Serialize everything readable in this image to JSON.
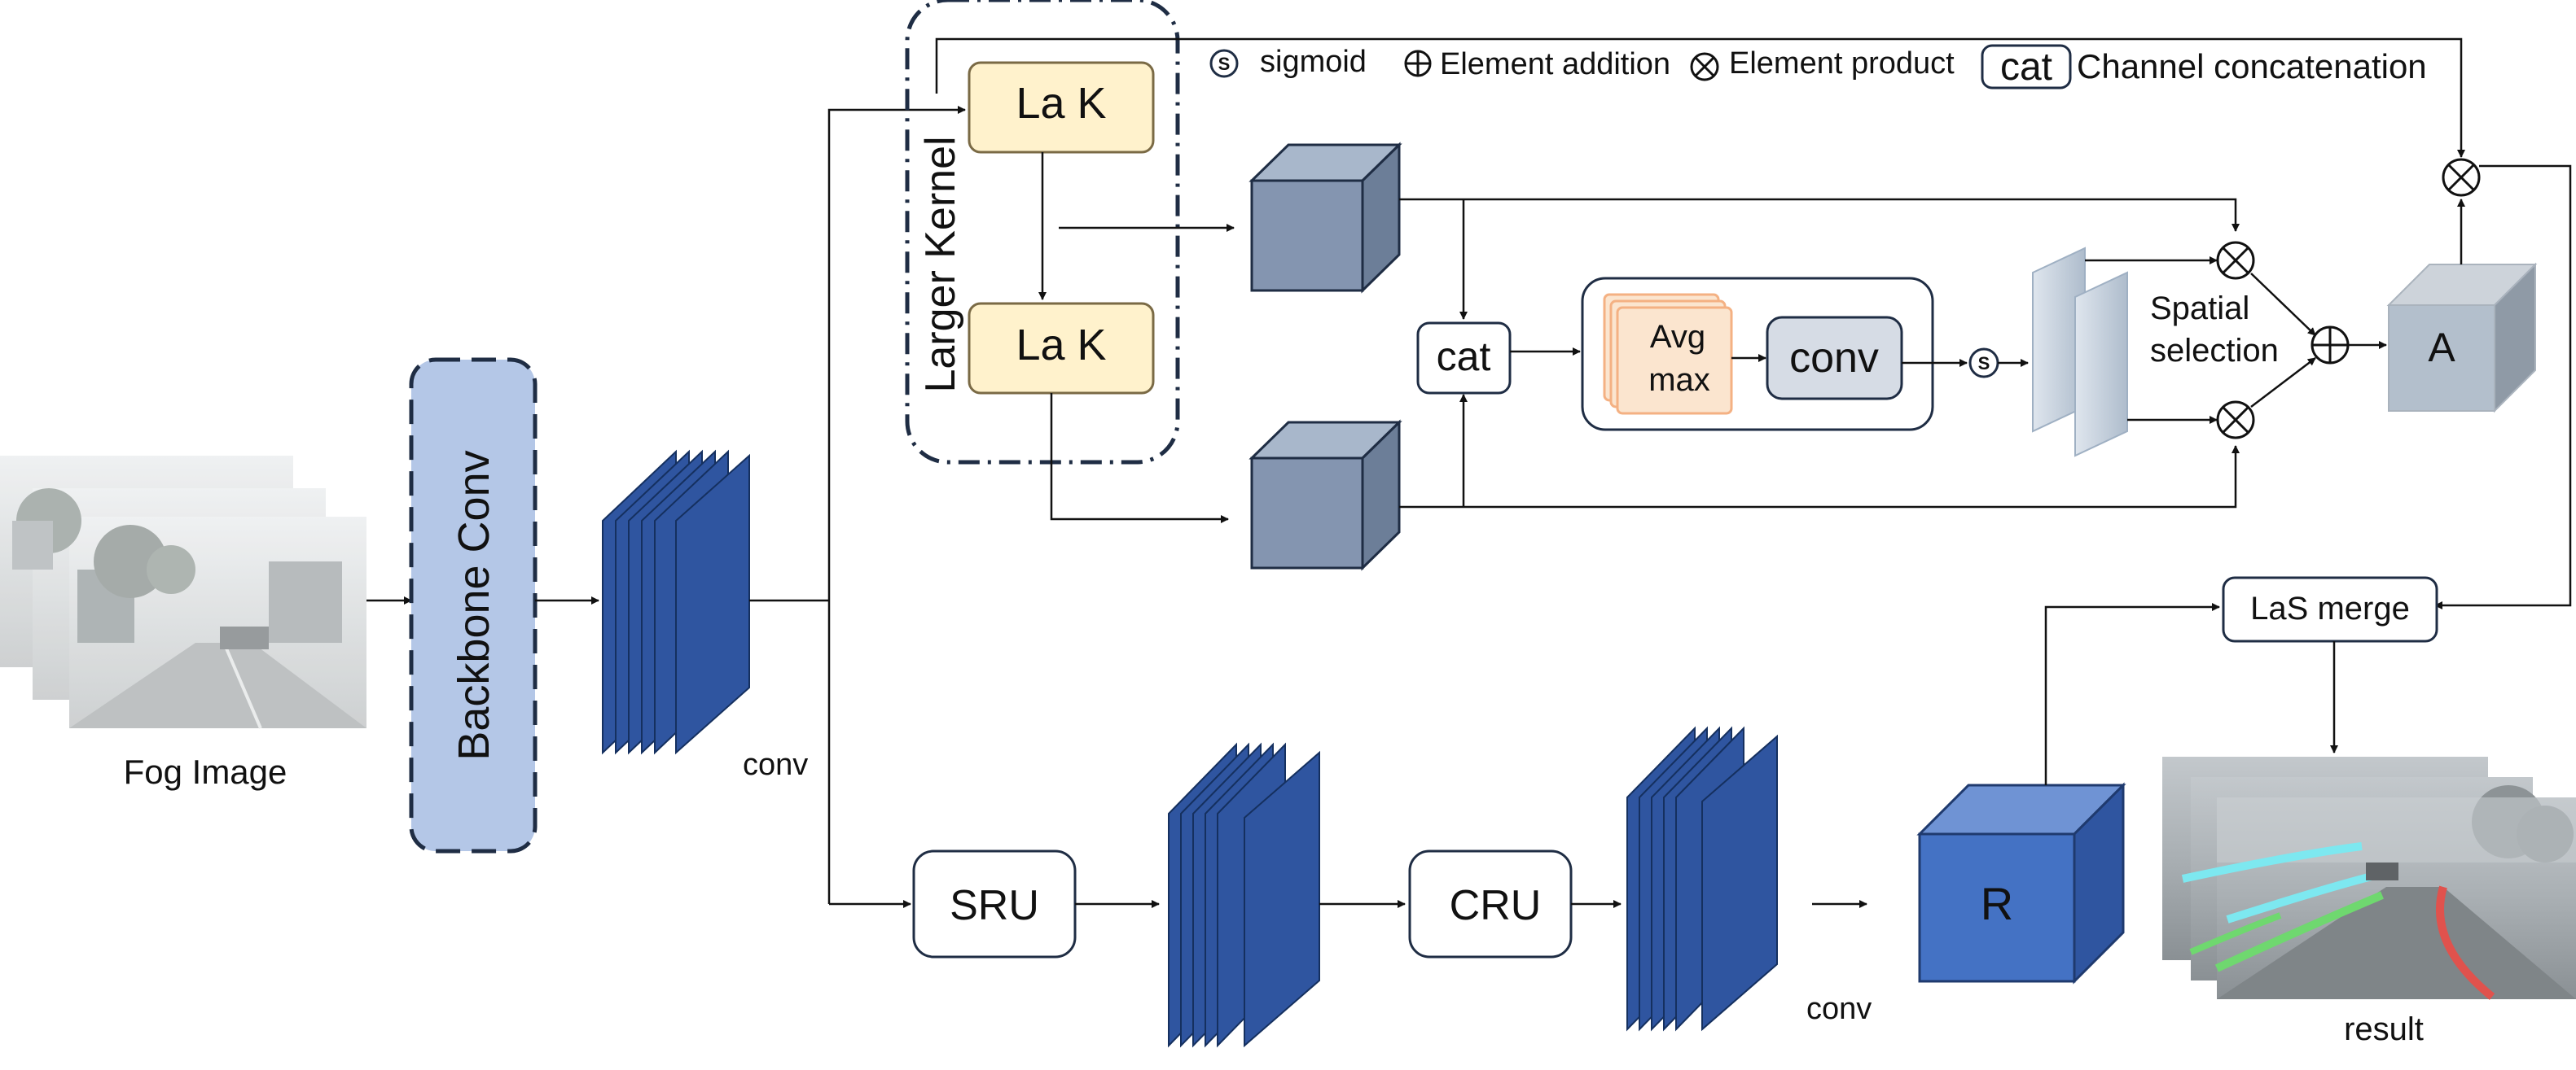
{
  "legend": {
    "sigmoid_symbol": "S",
    "sigmoid_label": "sigmoid",
    "addition_label": "Element addition",
    "product_label": "Element product",
    "cat_symbol": "cat",
    "cat_label": "Channel concatenation"
  },
  "input": {
    "label": "Fog Image"
  },
  "backbone": {
    "label": "Backbone   Conv"
  },
  "labels": {
    "conv_main": "conv",
    "conv_bottom": "conv",
    "result": "result"
  },
  "larger_kernel": {
    "title": "Larger Kernel",
    "top_block": "La K",
    "bottom_block": "La K"
  },
  "attention": {
    "cat": "cat",
    "pool_top": "Avg",
    "pool_bottom": "max",
    "conv": "conv",
    "sigmoid_symbol": "S",
    "spatial_line1": "Spatial",
    "spatial_line2": "selection",
    "a_block": "A"
  },
  "bottom_branch": {
    "sru": "SRU",
    "cru": "CRU",
    "r_block": "R"
  },
  "merge": {
    "label": "LaS merge"
  },
  "colors": {
    "feature_map_blue": "#2f55a0",
    "cube_slate": "#8495b0",
    "cube_light": "#b3bfcc",
    "r_cube_blue": "#4472c4",
    "backbone_fill": "#b4c7e7",
    "lak_fill": "#fff2cc",
    "avgmax_fill": "#fbe5cf",
    "conv_fill": "#d6dce5",
    "dark_outline": "#1f2d44"
  }
}
